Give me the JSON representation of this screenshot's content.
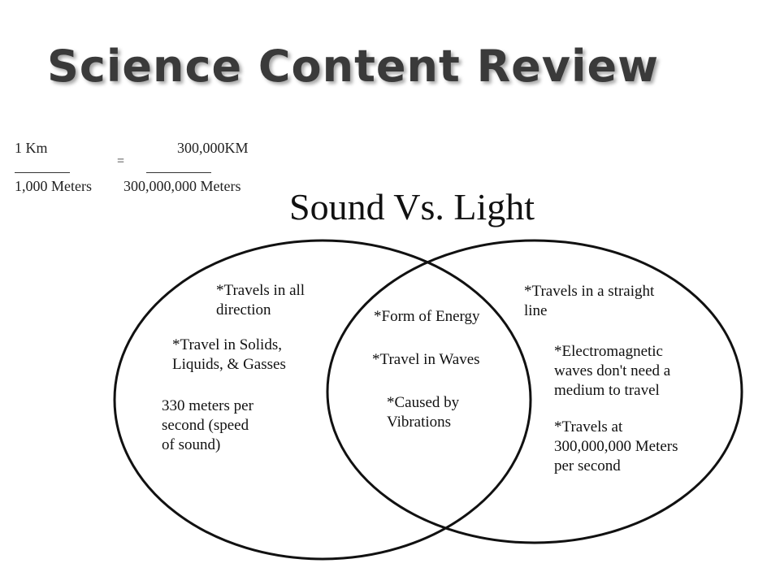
{
  "slide": {
    "title": "Science Content Review"
  },
  "conversion": {
    "left_numerator": "1 Km",
    "left_denominator": "1,000 Meters",
    "equals": "=",
    "right_numerator": "300,000KM",
    "right_denominator": "300,000,000 Meters"
  },
  "venn": {
    "title": "Sound Vs. Light",
    "sound_only": [
      [
        "*Travels in all",
        "direction"
      ],
      [
        "*Travel in Solids,",
        "Liquids, & Gasses"
      ],
      [
        "330 meters per",
        "second (speed",
        "of sound)"
      ]
    ],
    "shared": [
      [
        "*Form of Energy"
      ],
      [
        "*Travel in Waves"
      ],
      [
        "*Caused by",
        "Vibrations"
      ]
    ],
    "light_only": [
      [
        "*Travels in a straight",
        "line"
      ],
      [
        "*Electromagnetic",
        "waves don't need a",
        "medium to travel"
      ],
      [
        "*Travels at",
        "300,000,000 Meters",
        "per second"
      ]
    ]
  }
}
